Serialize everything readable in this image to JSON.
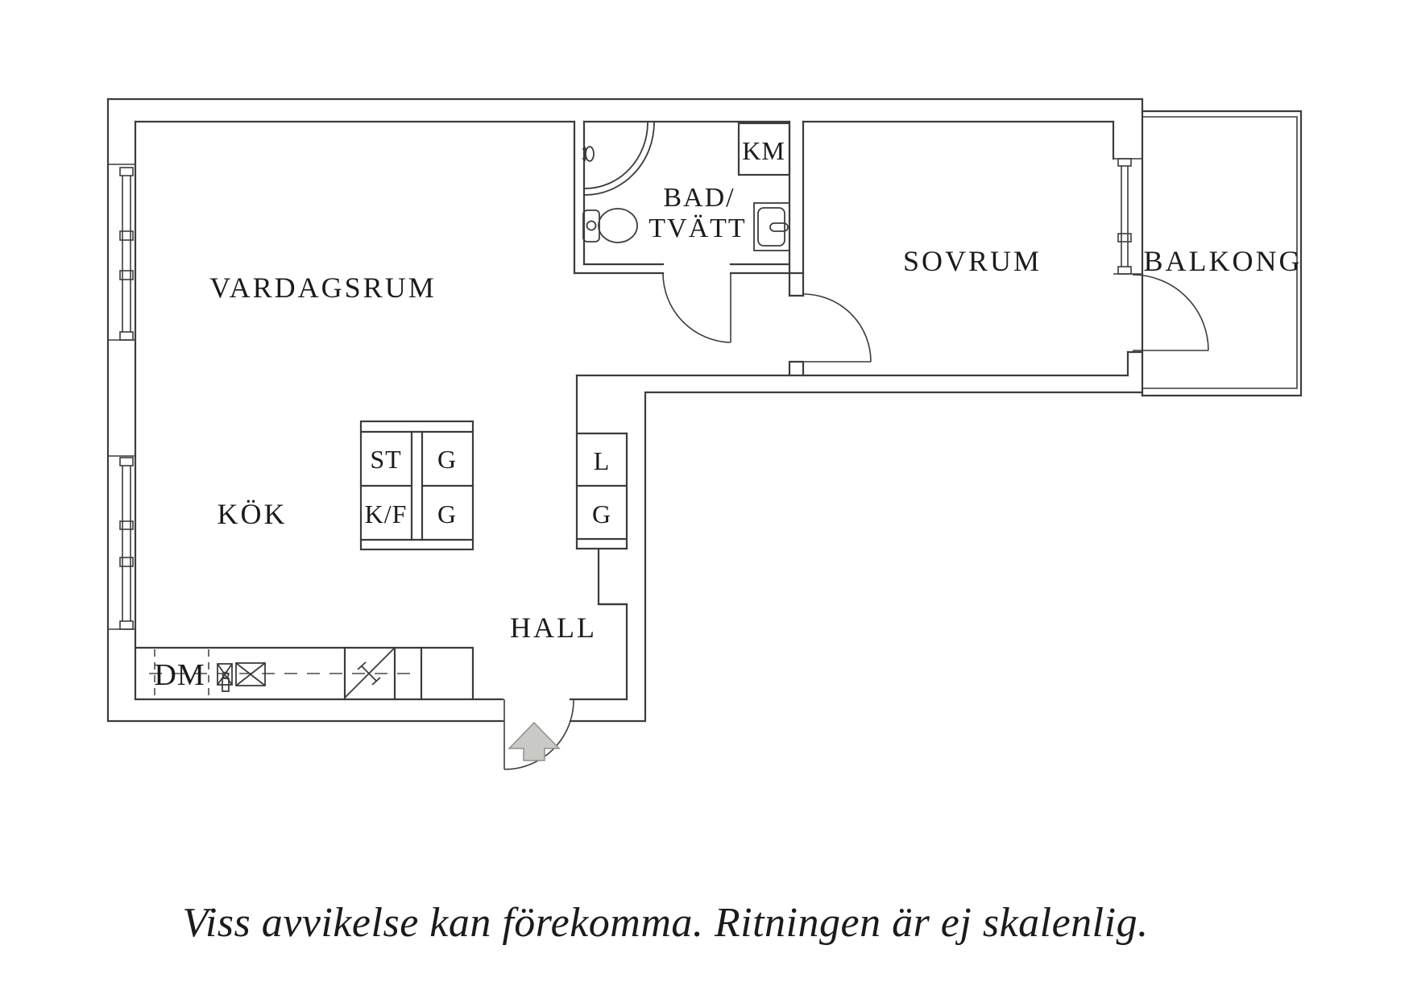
{
  "floorplan": {
    "rooms": {
      "living": "VARDAGSRUM",
      "kitchen": "KÖK",
      "bath_line1": "BAD/",
      "bath_line2": "TVÄTT",
      "bedroom": "SOVRUM",
      "balcony": "BALKONG",
      "hall": "HALL"
    },
    "appliances": {
      "washing_machine": "KM",
      "stove": "ST",
      "cabinet_top": "G",
      "fridge_freezer": "K/F",
      "cabinet_bottom": "G",
      "linen_closet": "L",
      "hall_closet": "G",
      "dishwasher": "DM"
    },
    "caption": "Viss avvikelse kan förekomma. Ritningen är ej skalenlig.",
    "colors": {
      "line": "#3c3c3c",
      "text": "#1b1b1b",
      "arrow_fill": "#c9c9c6",
      "arrow_stroke": "#90908e",
      "background": "#ffffff"
    }
  }
}
